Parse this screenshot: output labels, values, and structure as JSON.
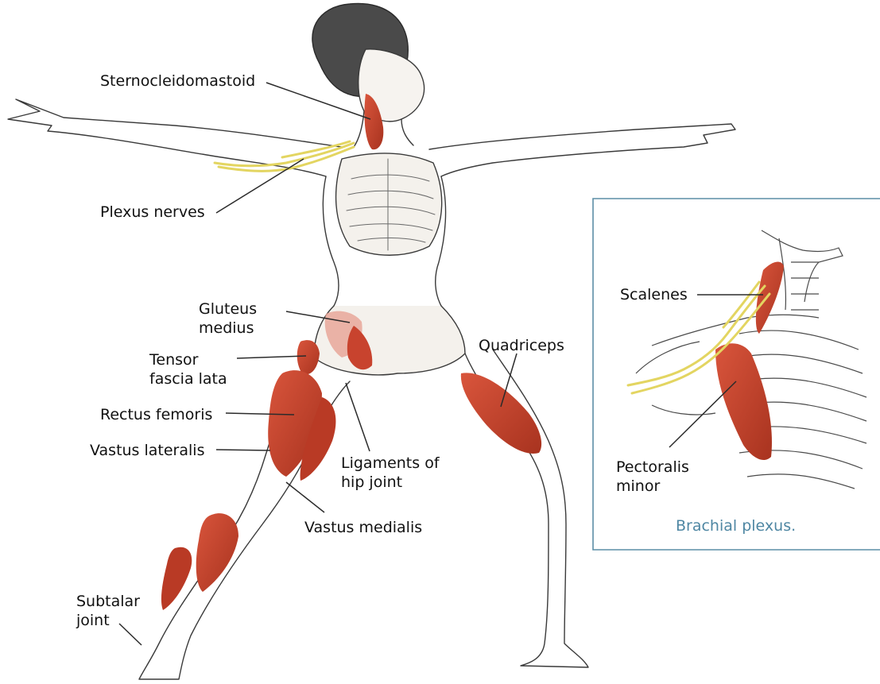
{
  "figure": {
    "labels": {
      "sternocleidomastoid": "Sternocleidomastoid",
      "plexus_nerves": "Plexus nerves",
      "gluteus_medius": [
        "Gluteus",
        "medius"
      ],
      "tensor_fascia_lata": [
        "Tensor",
        "fascia lata"
      ],
      "rectus_femoris": "Rectus femoris",
      "vastus_lateralis": "Vastus lateralis",
      "ligaments_hip": [
        "Ligaments of",
        "hip joint"
      ],
      "vastus_medialis": "Vastus medialis",
      "quadriceps": "Quadriceps",
      "subtalar_joint": [
        "Subtalar",
        "joint"
      ]
    },
    "inset": {
      "labels": {
        "scalenes": "Scalenes",
        "pectoralis_minor": [
          "Pectoralis",
          "minor"
        ]
      },
      "caption": "Brachial plexus."
    }
  },
  "colors": {
    "muscle": "#c8432e",
    "muscle_light": "#e8a79a",
    "nerve": "#e3d561",
    "line": "#2b2b2b",
    "inset_border": "#5b8ea6",
    "caption": "#4f87a3",
    "hair": "#3c3c3c"
  }
}
